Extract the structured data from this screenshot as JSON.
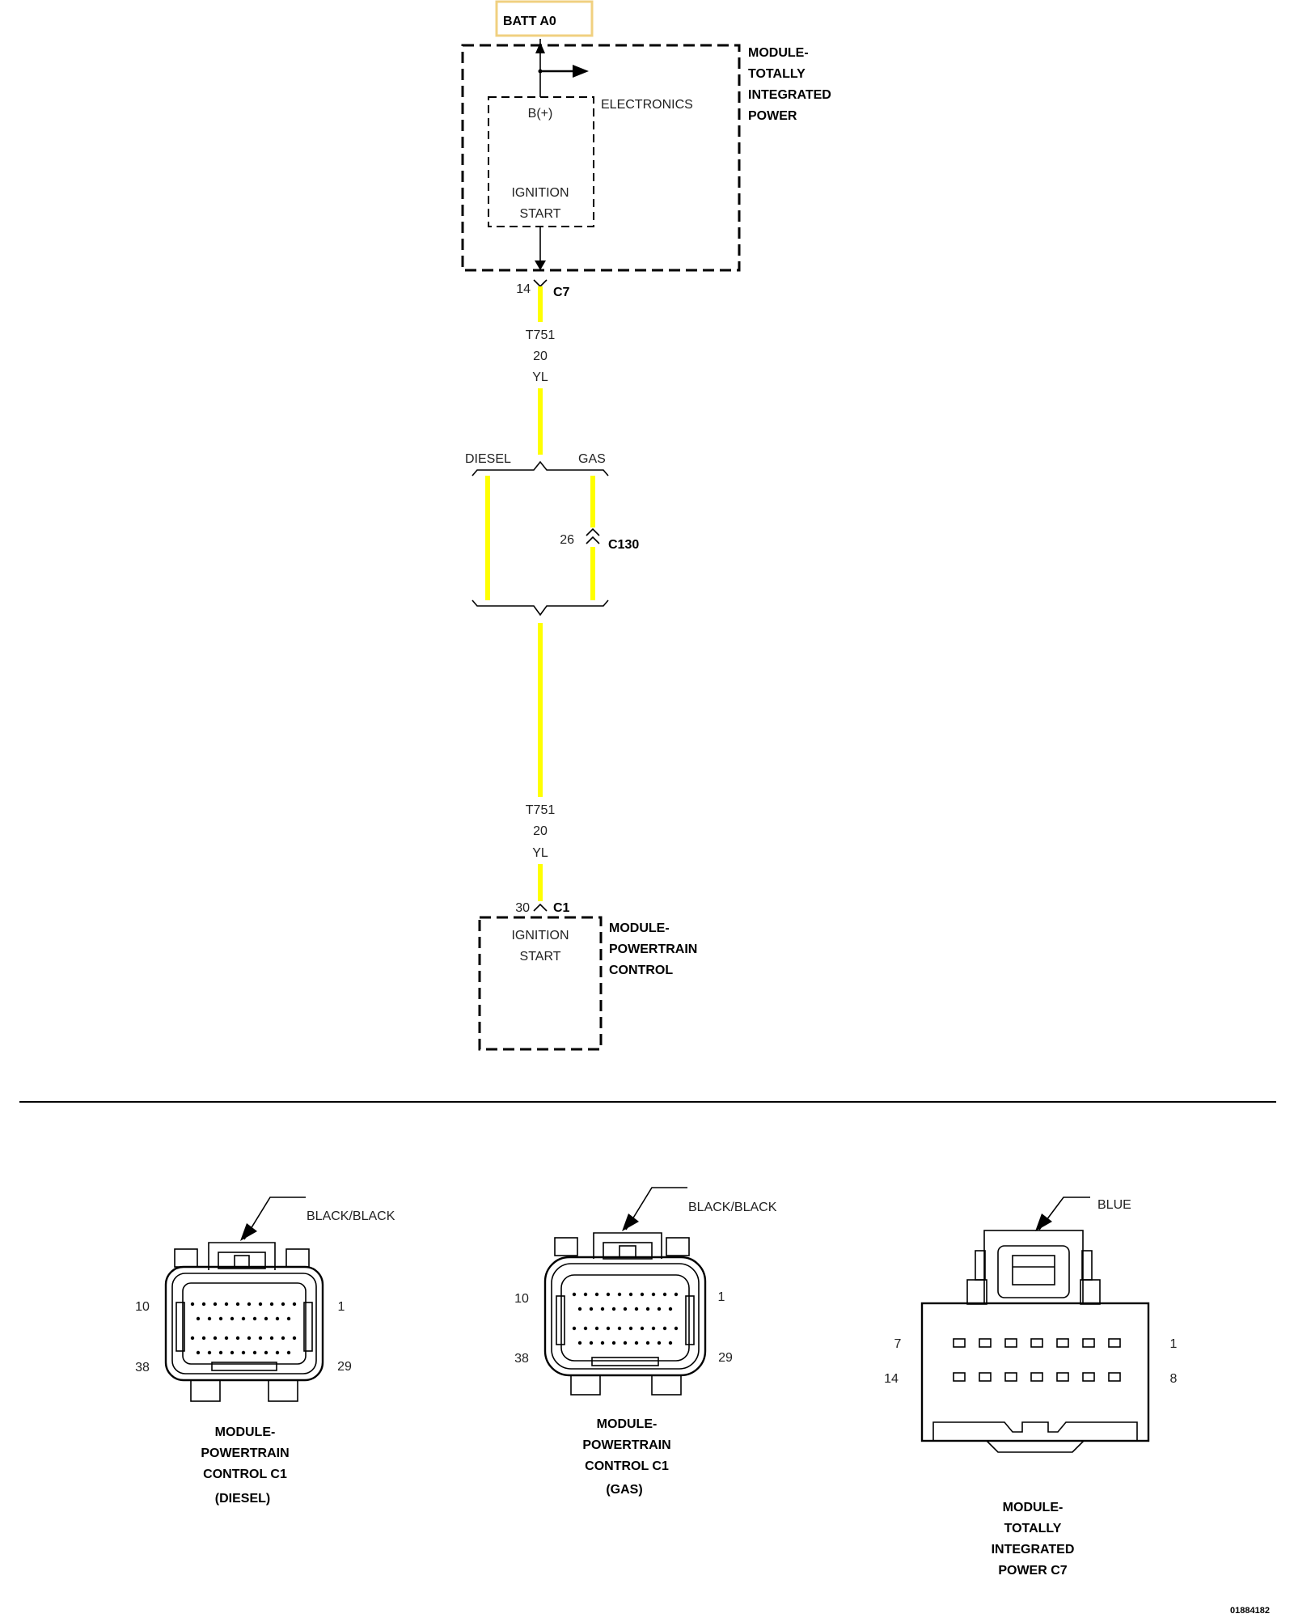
{
  "power_source": {
    "label": "BATT A0",
    "box_color": "#f0d080"
  },
  "tipm": {
    "name_lines": [
      "MODULE-",
      "TOTALLY",
      "INTEGRATED",
      "POWER"
    ],
    "electronics_label": "ELECTRONICS",
    "inner_top_label": "B(+)",
    "inner_bottom_lines": [
      "IGNITION",
      "START"
    ]
  },
  "connector_c7": {
    "pin": "14",
    "name": "C7"
  },
  "wire_top": {
    "circuit": "T751",
    "gauge": "20",
    "color_code": "YL",
    "color": "#ffff00"
  },
  "branch": {
    "left_label": "DIESEL",
    "right_label": "GAS"
  },
  "connector_c130": {
    "pin": "26",
    "name": "C130"
  },
  "wire_bottom": {
    "circuit": "T751",
    "gauge": "20",
    "color_code": "YL"
  },
  "connector_c1": {
    "pin": "30",
    "name": "C1"
  },
  "pcm": {
    "name_lines": [
      "MODULE-",
      "POWERTRAIN",
      "CONTROL"
    ],
    "inner_lines": [
      "IGNITION",
      "START"
    ]
  },
  "connector_views": [
    {
      "color_label": "BLACK/BLACK",
      "pins": {
        "top_left": "10",
        "top_right": "1",
        "bottom_left": "38",
        "bottom_right": "29"
      },
      "caption_lines": [
        "MODULE-",
        "POWERTRAIN",
        "CONTROL C1",
        "(DIESEL)"
      ]
    },
    {
      "color_label": "BLACK/BLACK",
      "pins": {
        "top_left": "10",
        "top_right": "1",
        "bottom_left": "38",
        "bottom_right": "29"
      },
      "caption_lines": [
        "MODULE-",
        "POWERTRAIN",
        "CONTROL C1",
        "(GAS)"
      ]
    },
    {
      "color_label": "BLUE",
      "pins": {
        "top_left": "7",
        "top_right": "1",
        "bottom_left": "14",
        "bottom_right": "8"
      },
      "caption_lines": [
        "MODULE-",
        "TOTALLY",
        "INTEGRATED",
        "POWER C7"
      ]
    }
  ],
  "figure_id": "01884182"
}
